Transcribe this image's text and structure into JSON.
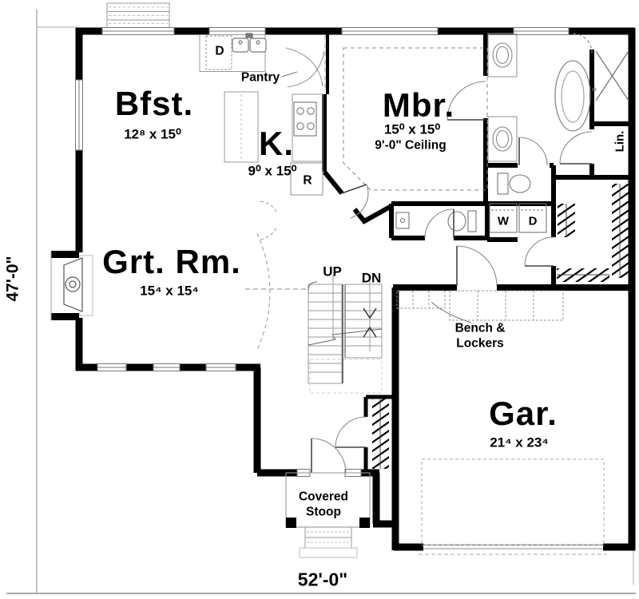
{
  "rooms": {
    "breakfast": {
      "label": "Bfst.",
      "dims": "12⁸ x 15⁰"
    },
    "kitchen": {
      "label": "K.",
      "dims": "9⁰ x 15⁰"
    },
    "master_bedroom": {
      "label": "Mbr.",
      "dims": "15⁰ x 15⁰",
      "ceiling": "9'-0\" Ceiling"
    },
    "great_room": {
      "label": "Grt. Rm.",
      "dims": "15⁴ x 15⁴"
    },
    "garage": {
      "label": "Gar.",
      "dims": "21⁴ x 23⁴"
    }
  },
  "labels": {
    "pantry": "Pantry",
    "linen": "Lin.",
    "washer": "W",
    "dryer": "D",
    "dishwasher": "D",
    "refrigerator": "R",
    "stairs_up": "UP",
    "stairs_down": "DN",
    "bench_line1": "Bench &",
    "bench_line2": "Lockers",
    "stoop_line1": "Covered",
    "stoop_line2": "Stoop"
  },
  "dimensions": {
    "overall_width": "52'-0\"",
    "overall_depth": "47'-0\""
  },
  "colors": {
    "wall": "#000000",
    "fixture_line": "#888888",
    "light_line": "#aaaaaa",
    "background": "#ffffff",
    "text": "#000000"
  }
}
